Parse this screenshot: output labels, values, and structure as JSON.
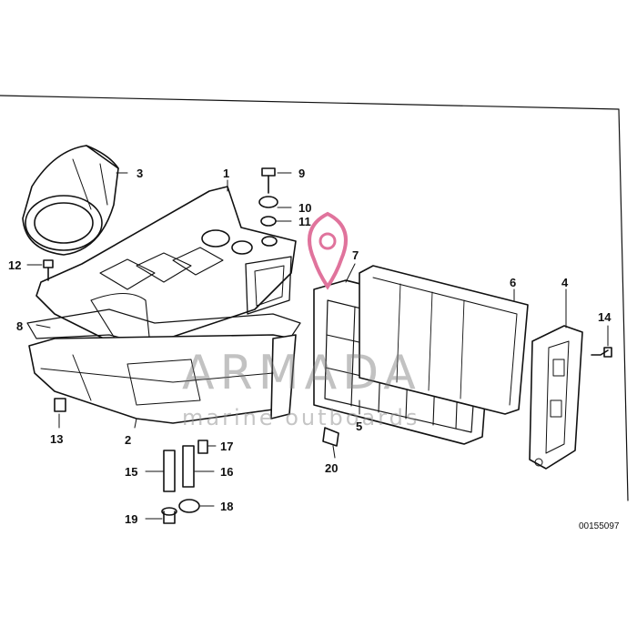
{
  "diagram": {
    "callouts": [
      "1",
      "2",
      "3",
      "4",
      "5",
      "6",
      "7",
      "8",
      "9",
      "10",
      "11",
      "12",
      "13",
      "14",
      "15",
      "16",
      "17",
      "18",
      "19",
      "20"
    ],
    "reference_code": "00155097"
  },
  "watermark": {
    "brand": "ARMADA",
    "tagline": "marine outboards",
    "accent_color": "#e0739c"
  }
}
